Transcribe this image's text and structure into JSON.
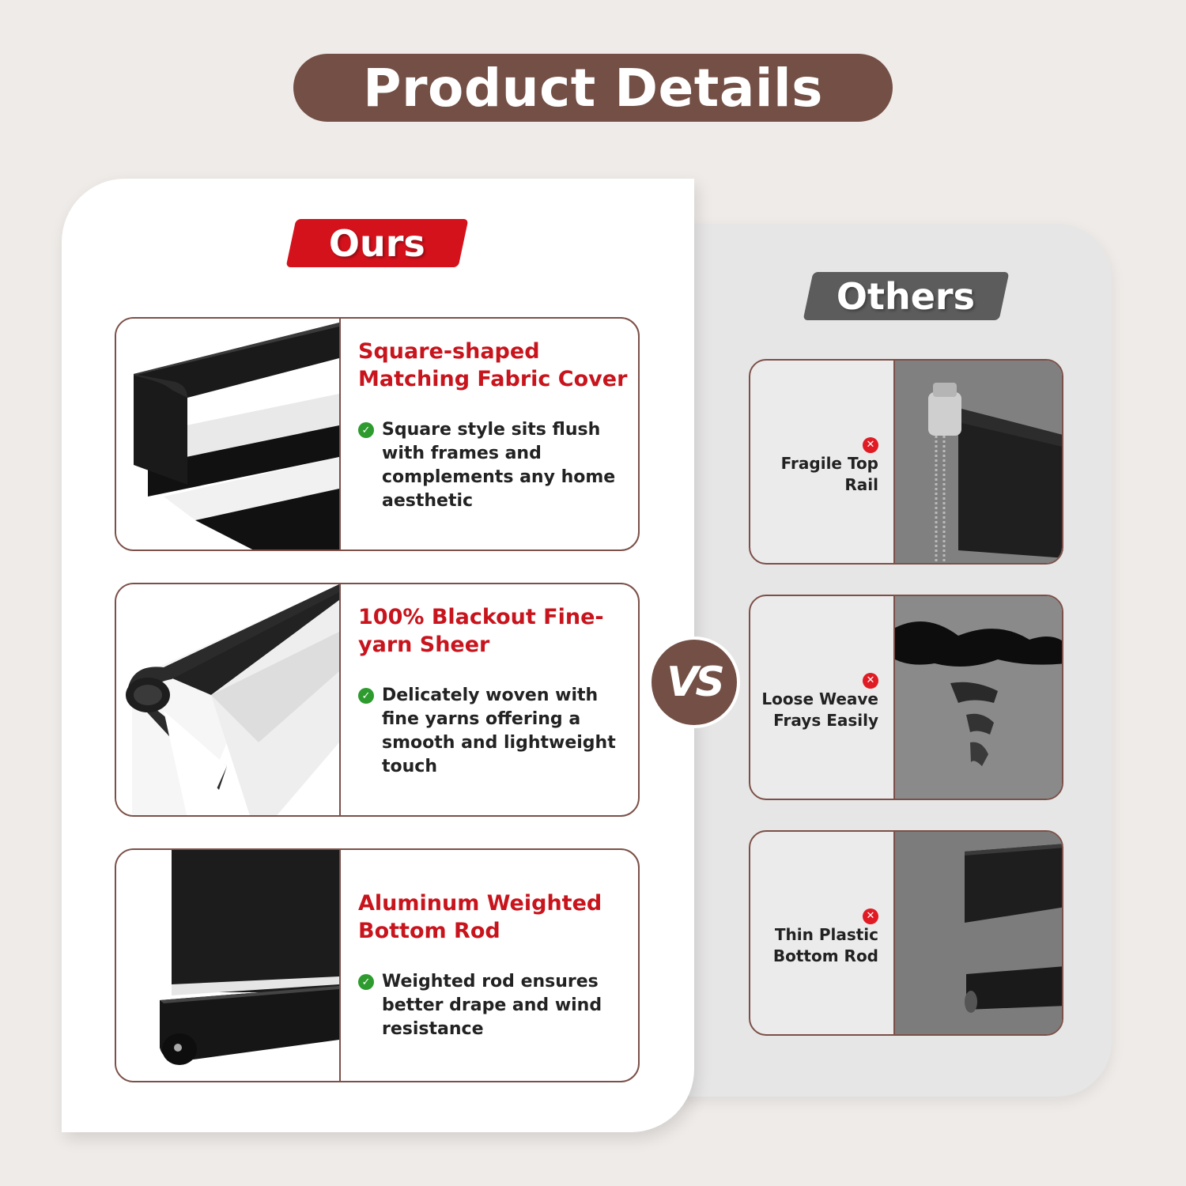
{
  "title": "Product Details",
  "ours": {
    "badge": "Ours",
    "features": [
      {
        "heading": "Square-shaped Matching Fabric Cover",
        "bullet": "Square style sits flush with frames and complements any home aesthetic"
      },
      {
        "heading": "100% Blackout Fine-yarn Sheer",
        "bullet": "Delicately woven with fine yarns offering a smooth and lightweight touch"
      },
      {
        "heading": "Aluminum Weighted Bottom Rod",
        "bullet": "Weighted rod ensures better drape and wind resistance"
      }
    ]
  },
  "others": {
    "badge": "Others",
    "features": [
      {
        "label": "Fragile Top Rail"
      },
      {
        "label": "Loose Weave Frays Easily"
      },
      {
        "label": "Thin Plastic Bottom Rod"
      }
    ]
  },
  "vs_label": "VS",
  "colors": {
    "title_bg": "#734f45",
    "ours_badge": "#d4121c",
    "others_badge": "#5c5c5c",
    "heading_red": "#c8141c",
    "check_green": "#2e9b2e",
    "x_red": "#e01b24"
  },
  "icons": {
    "positive": "check-circle-icon",
    "negative": "x-circle-icon"
  }
}
